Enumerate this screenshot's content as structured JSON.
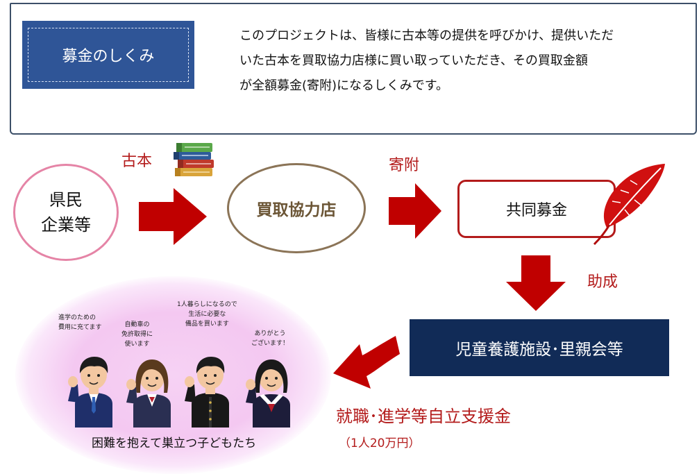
{
  "header": {
    "title": "募金のしくみ",
    "description_lines": [
      "このプロジェクトは、皆様に古本等の提供を呼びかけ、提供いただ",
      "いた古本を買取協力店様に買い取っていただき、その買取金額",
      "が全額募金(寄附)になるしくみです。"
    ]
  },
  "flow": {
    "donor_line1": "県民",
    "donor_line2": "企業等",
    "label_books": "古本",
    "buyer": "買取協力店",
    "label_donation": "寄附",
    "fund": "共同募金",
    "label_grant": "助成",
    "facility": "児童養護施設･里親会等",
    "support_label": "就職･進学等自立支援金",
    "support_amount": "（1人20万円）",
    "children_caption": "困難を抱えて巣立つ子どもたち"
  },
  "speech": {
    "b1_l1": "進学のための",
    "b1_l2": "費用に充てます",
    "b2_l1": "自動車の",
    "b2_l2": "免許取得に",
    "b2_l3": "使います",
    "b3_l1": "1人暮らしになるので",
    "b3_l2": "生活に必要な",
    "b3_l3": "備品を買います",
    "b4_l1": "ありがとう",
    "b4_l2": "ございます！"
  },
  "colors": {
    "navy": "#112b57",
    "title_blue": "#2f5597",
    "arrow_red": "#c00000",
    "text_red": "#b31b1b",
    "pink_border": "#e584a6",
    "brown_border": "#8b7457",
    "glow_pink": "#f4c8f1"
  },
  "icons": [
    "books-icon",
    "red-feather-icon",
    "right-arrow-icon",
    "down-arrow-icon",
    "curved-left-arrow-icon",
    "student-icon"
  ]
}
